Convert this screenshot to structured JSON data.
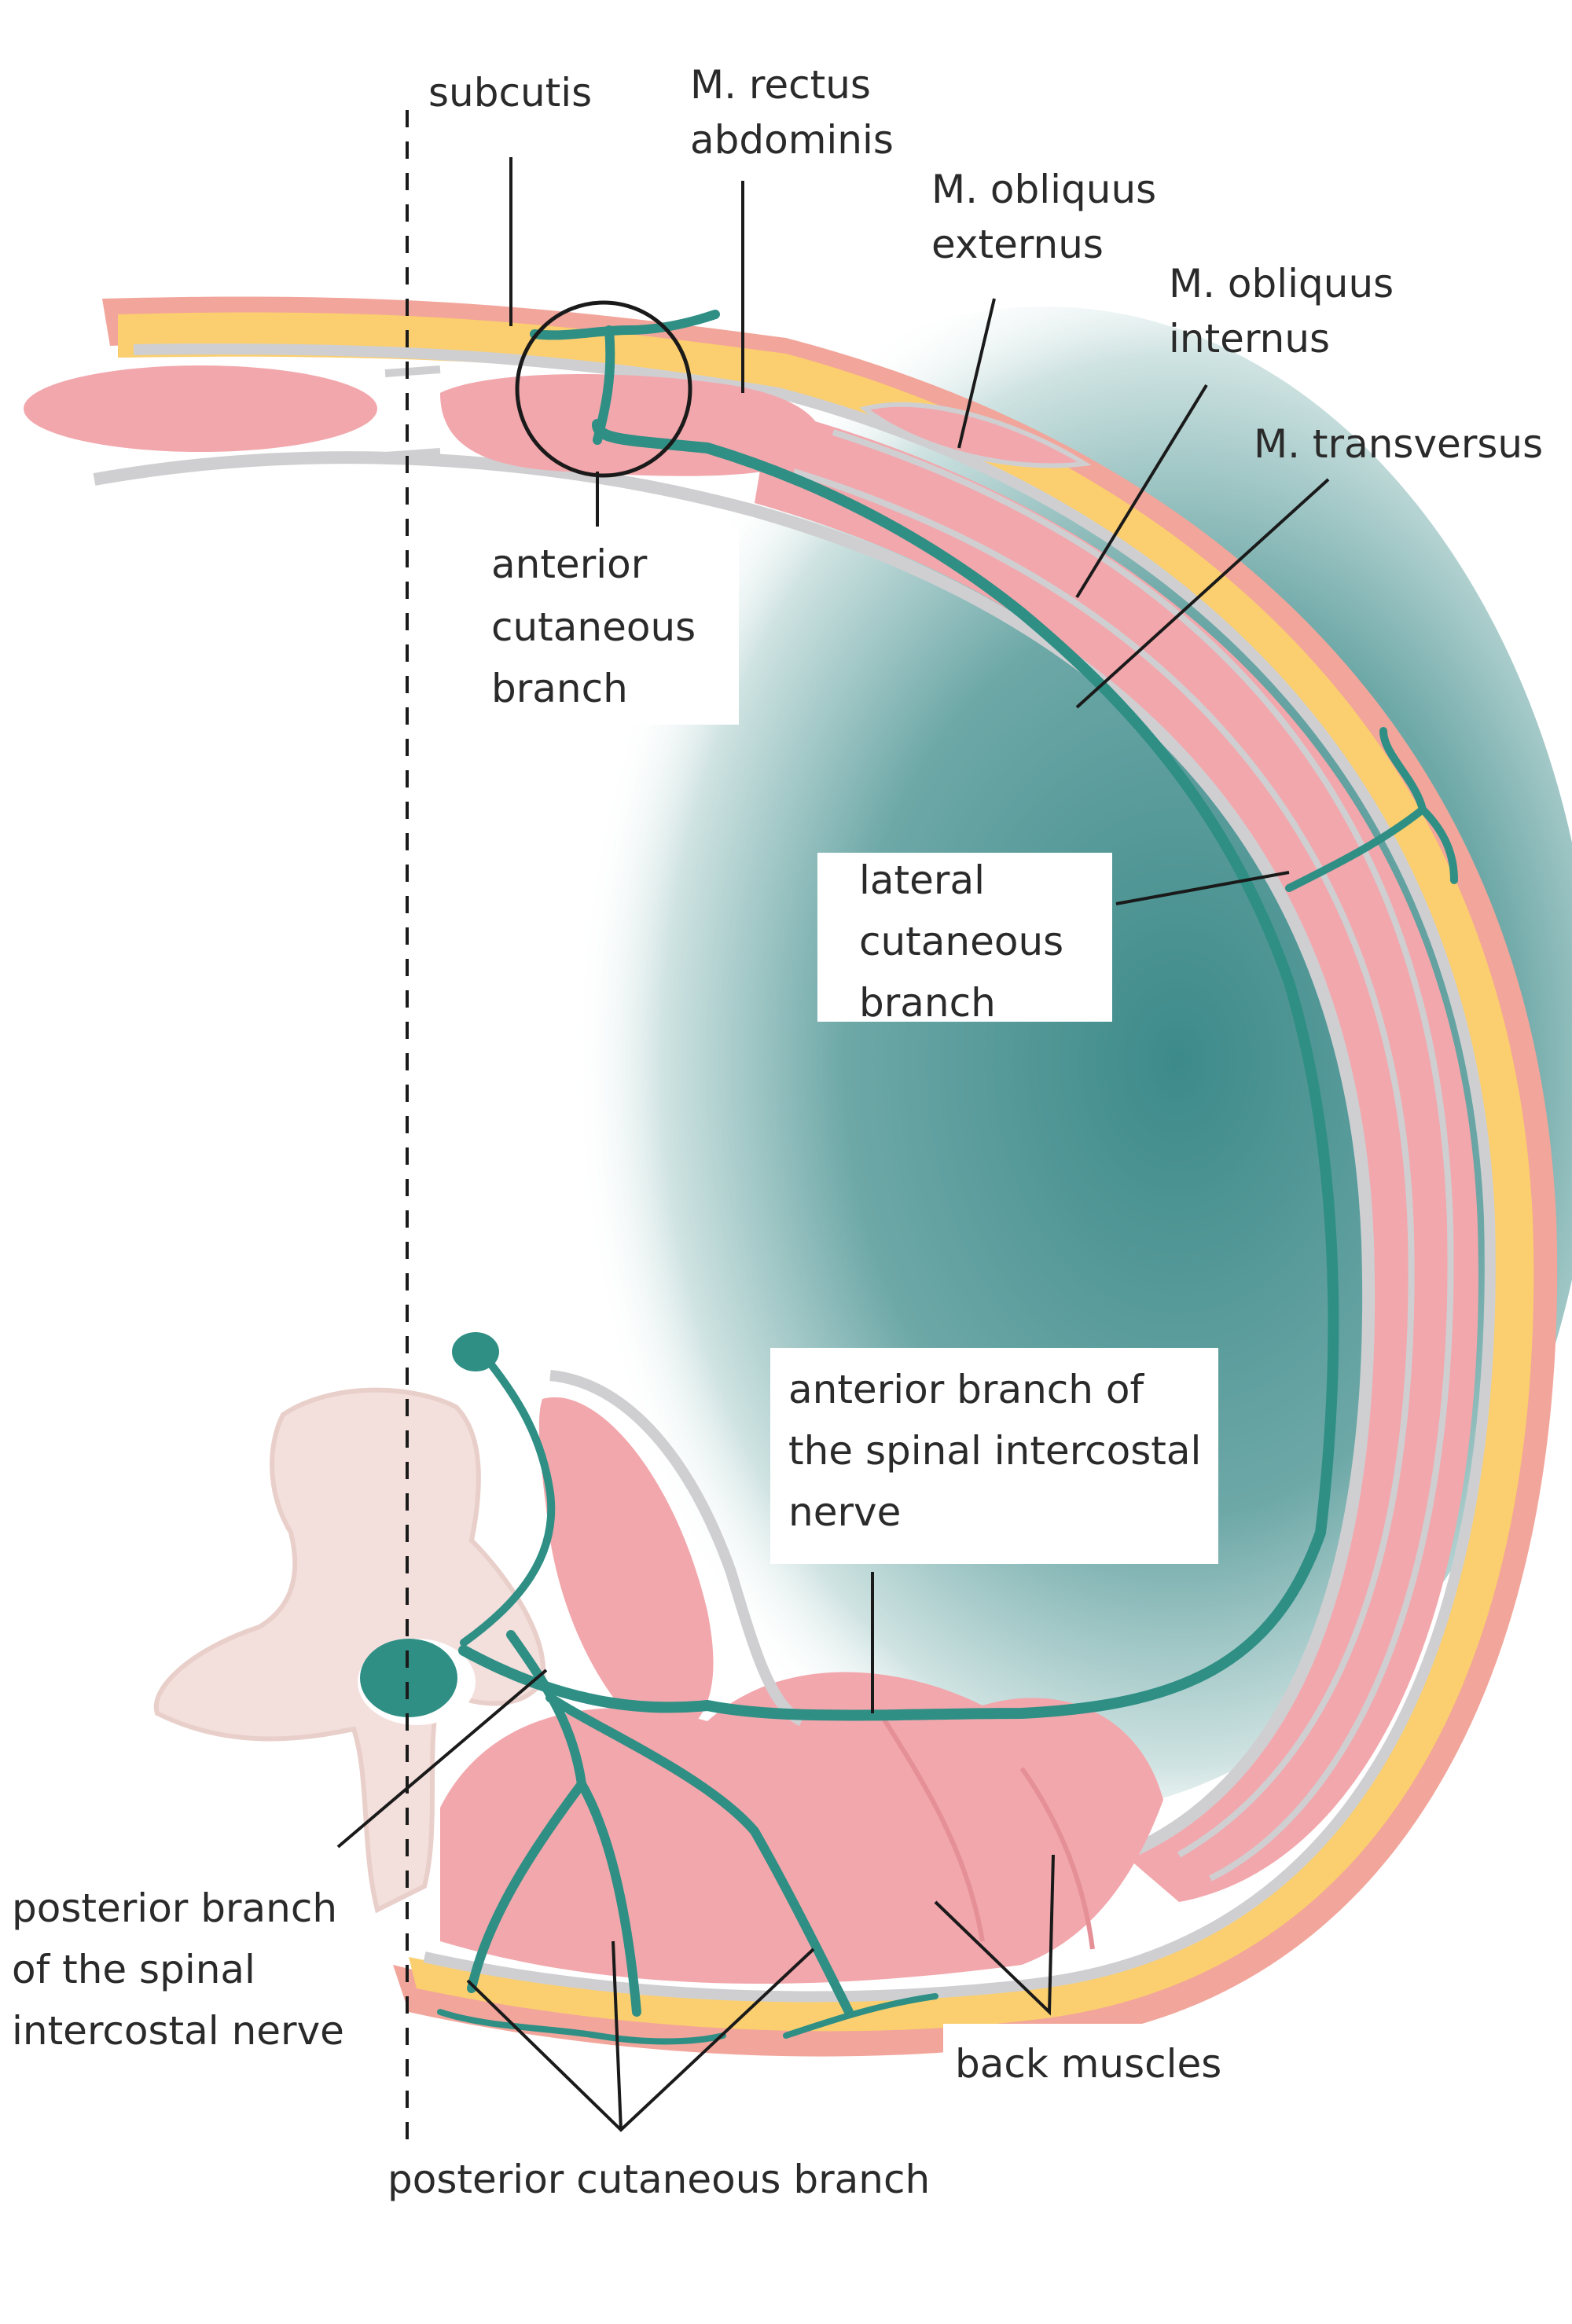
{
  "labels": {
    "subcutis": "subcutis",
    "rectus_1": "M. rectus",
    "rectus_2": "abdominis",
    "obl_ext_1": "M. obliquus",
    "obl_ext_2": "externus",
    "obl_int_1": "M. obliquus",
    "obl_int_2": "internus",
    "transversus": "M. transversus",
    "ant_cut_1": "anterior",
    "ant_cut_2": "cutaneous",
    "ant_cut_3": "branch",
    "lat_cut_1": "lateral",
    "lat_cut_2": "cutaneous",
    "lat_cut_3": "branch",
    "ant_branch_1": "anterior branch of",
    "ant_branch_2": "the spinal intercostal",
    "ant_branch_3": "nerve",
    "post_branch_1": "posterior branch",
    "post_branch_2": "of the spinal",
    "post_branch_3": "intercostal nerve",
    "back_muscles": "back muscles",
    "post_cut": "posterior cutaneous branch"
  },
  "colors": {
    "muscle": "#f2a7ac",
    "fat": "#fbcf6f",
    "skin": "#f2a59a",
    "fascia": "#cfcfd2",
    "nerve": "#2f8f85",
    "cavity": "#3d8a8a",
    "bone": "#f3dfdc"
  }
}
